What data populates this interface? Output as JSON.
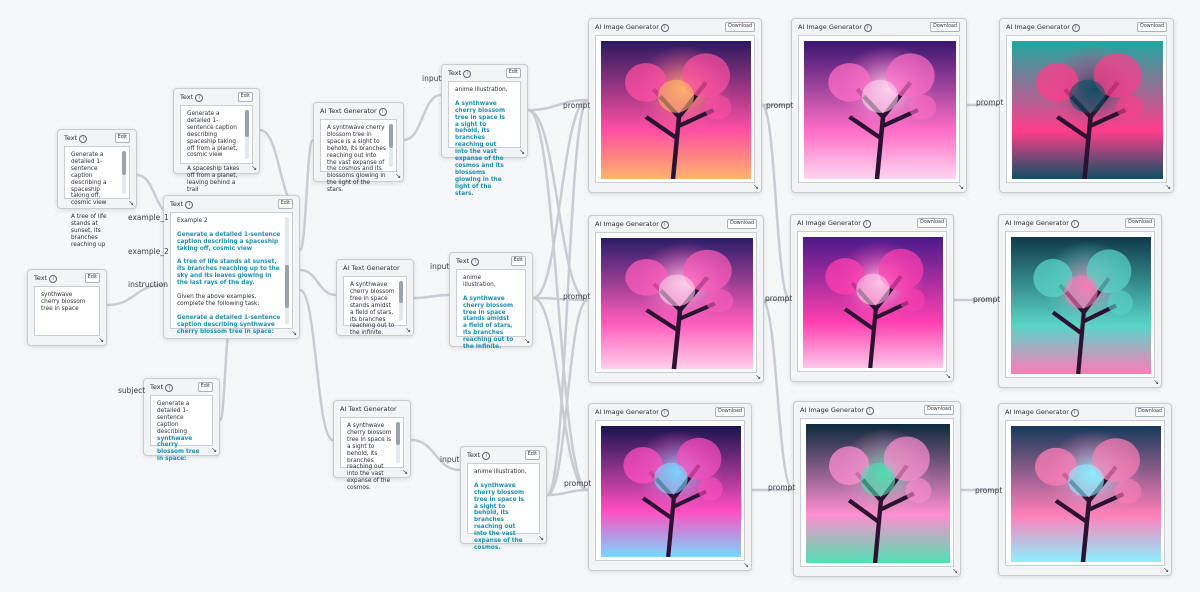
{
  "ports": {
    "example_1": "example_1",
    "example_2": "example_2",
    "instruction": "instruction",
    "subject": "subject",
    "input": "input",
    "prompt": "prompt"
  },
  "buttons": {
    "edit": "Edit",
    "download": "Download"
  },
  "text_nodes": [
    {
      "title": "Text",
      "text": "Generate a detailed 1-sentence caption describing a spaceship taking off, cosmic view\n\nA tree of life stands at sunset, its branches reaching up",
      "accent": "#1b8fb0"
    },
    {
      "title": "Text",
      "text": "Generate a detailed 1-sentence caption describing spaceship taking off from a planet, cosmic view\n\nA spaceship takes off from a planet, leaving behind a trail"
    },
    {
      "title": "Text",
      "segments": [
        {
          "t": "Example 2\n\n"
        },
        {
          "t": "Generate a detailed 1-sentence caption describing a spaceship taking off, cosmic view\n\n",
          "hl": true
        },
        {
          "t": "A tree of life stands at sunset, its branches reaching up to the sky and its leaves glowing in the last rays of the day.\n\n",
          "hl": true
        },
        {
          "t": "Given the above examples, complete the following task:\n\n"
        },
        {
          "t": "Generate a detailed 1-sentence caption describing synthwave cherry blossom tree in space:",
          "hl": true
        }
      ]
    },
    {
      "title": "Text",
      "text": "synthwave cherry blossom tree in space"
    },
    {
      "title": "Text",
      "segments": [
        {
          "t": "Generate a detailed 1-sentence caption describing "
        },
        {
          "t": "synthwave cherry blossom tree in space:",
          "hl": true
        }
      ]
    },
    {
      "title": "Text",
      "segments": [
        {
          "t": "anime illustration,\n\n"
        },
        {
          "t": "A synthwave cherry blossom tree in space is a sight to behold, its branches reaching out into the vast expanse of the cosmos and its blossoms glowing in the light of the stars.",
          "hl": true
        }
      ]
    },
    {
      "title": "Text",
      "segments": [
        {
          "t": "anime illustration,\n\n"
        },
        {
          "t": "A synthwave cherry blossom tree in space stands amidst a field of stars, its branches reaching out to the infinite.",
          "hl": true
        }
      ]
    },
    {
      "title": "Text",
      "segments": [
        {
          "t": "anime illustration,\n\n"
        },
        {
          "t": "A synthwave cherry blossom tree in space is a sight to behold, its branches reaching out into the vast expanse of the cosmos.",
          "hl": true
        }
      ]
    }
  ],
  "gen_nodes": [
    {
      "title": "AI Text Generator",
      "text": "A synthwave cherry blossom tree in space is a sight to behold, its branches reaching out into the vast expanse of the cosmos and its blossoms glowing in the light of the stars."
    },
    {
      "title": "AI Text Generator",
      "text": "A synthwave cherry blossom tree in space stands amidst a field of stars, its branches reaching out to the infinite."
    },
    {
      "title": "AI Text Generator",
      "text": "A synthwave cherry blossom tree in space is a sight to behold, its branches reaching out into the vast expanse of the cosmos."
    }
  ],
  "image_nodes": [
    {
      "title": "AI Image Generator",
      "palette": [
        "#2a1a5e",
        "#ff4fa3",
        "#ffb36b"
      ],
      "scene": "sunset-tree"
    },
    {
      "title": "AI Image Generator",
      "palette": [
        "#3a1670",
        "#ff6ec7",
        "#ffd6f0"
      ],
      "scene": "moon-blossom"
    },
    {
      "title": "AI Image Generator",
      "palette": [
        "#1ea7a0",
        "#ff3d8b",
        "#0d4f63"
      ],
      "scene": "teal-branches"
    },
    {
      "title": "AI Image Generator",
      "palette": [
        "#2b1d66",
        "#ff5cbc",
        "#ffd0ec"
      ],
      "scene": "pink-tree-clouds"
    },
    {
      "title": "AI Image Generator",
      "palette": [
        "#4a1a8a",
        "#ff3fb0",
        "#ffc7ea"
      ],
      "scene": "tall-tree"
    },
    {
      "title": "AI Image Generator",
      "palette": [
        "#0f3a4a",
        "#59d6c8",
        "#ff7ab8"
      ],
      "scene": "aurora-branches"
    },
    {
      "title": "AI Image Generator",
      "palette": [
        "#1a1450",
        "#ff4fc0",
        "#7ad7ff"
      ],
      "scene": "glow-tree"
    },
    {
      "title": "AI Image Generator",
      "palette": [
        "#0c2a3c",
        "#ff8fd0",
        "#50e0b0"
      ],
      "scene": "arch-blossom"
    },
    {
      "title": "AI Image Generator",
      "palette": [
        "#163a5a",
        "#ff7fb8",
        "#8cf0ff"
      ],
      "scene": "comet-clouds"
    }
  ]
}
